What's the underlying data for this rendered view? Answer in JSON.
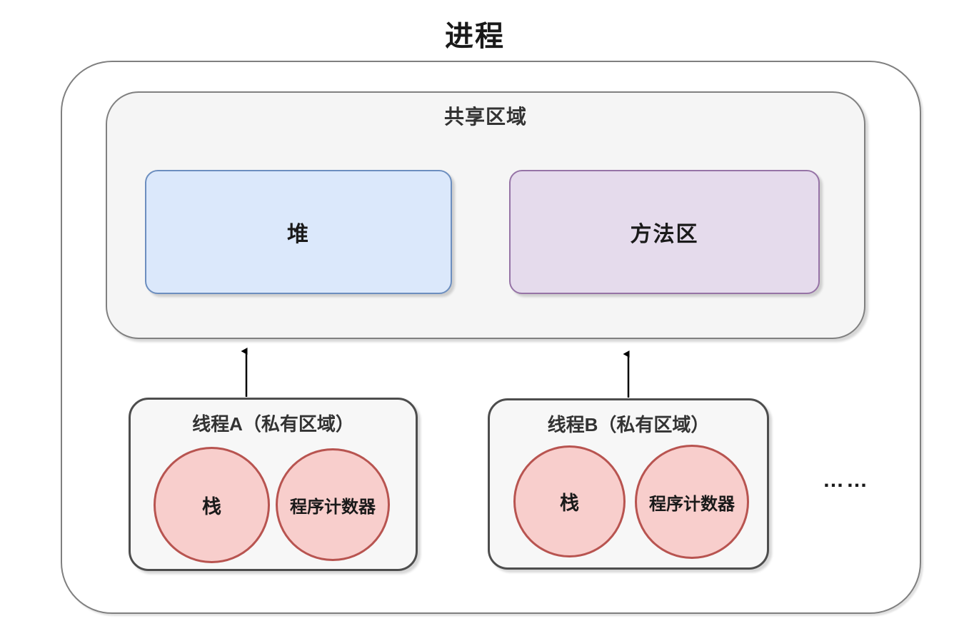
{
  "diagram": {
    "title": "进程",
    "shared_area": {
      "label": "共享区域",
      "children": [
        {
          "label": "堆",
          "fill": "#dbe8fb",
          "border": "#6c8ebf"
        },
        {
          "label": "方法区",
          "fill": "#e5dbec",
          "border": "#9673a6"
        }
      ]
    },
    "threads": [
      {
        "label": "线程A（私有区域）",
        "circles": [
          "栈",
          "程序计数器"
        ]
      },
      {
        "label": "线程B（私有区域）",
        "circles": [
          "栈",
          "程序计数器"
        ]
      }
    ],
    "ellipsis": "……"
  },
  "colors": {
    "outer-border": "#7f7f7f",
    "panel-fill": "#f5f5f5",
    "panel-border": "#808080",
    "thread-fill": "#f7f7f7",
    "thread-border": "#4d4d4d",
    "heap-fill": "#dbe8fb",
    "heap-border": "#6c8ebf",
    "method-fill": "#e5dbec",
    "method-border": "#9673a6",
    "circle-fill": "#f8cecc",
    "circle-border": "#b85450",
    "arrow": "#000000"
  }
}
